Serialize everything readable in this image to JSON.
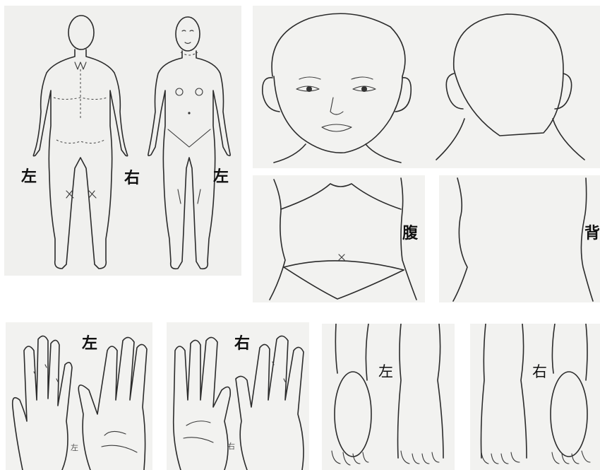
{
  "body": {
    "left": "左",
    "right": "右",
    "left_front": "左"
  },
  "torso": {
    "abdomen": "腹",
    "back": "背"
  },
  "hands": {
    "left_title": "左",
    "left_small": "左",
    "right_title": "右",
    "right_small": "右"
  },
  "feet": {
    "left": "左",
    "right": "右"
  },
  "colors": {
    "panel_bg": "#f2f2f0",
    "line": "#2b2b2b"
  }
}
